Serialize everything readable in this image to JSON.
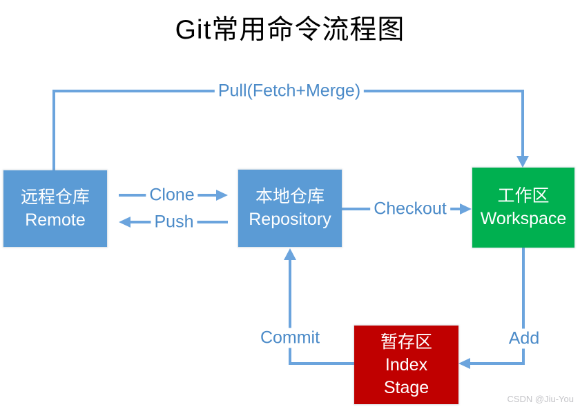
{
  "title": "Git常用命令流程图",
  "watermark": "CSDN @Jiu-You",
  "colors": {
    "box_blue": "#5b9bd5",
    "box_green": "#00b050",
    "box_red": "#c00000",
    "line_blue": "#6ba4dd",
    "label_blue": "#4a8ac8",
    "title_black": "#000000",
    "watermark_gray": "#c4c4c8"
  },
  "nodes": {
    "remote": {
      "line1": "远程仓库",
      "line2": "Remote"
    },
    "repository": {
      "line1": "本地仓库",
      "line2": "Repository"
    },
    "workspace": {
      "line1": "工作区",
      "line2": "Workspace"
    },
    "index": {
      "line1": "暂存区",
      "line2": "Index",
      "line3": "Stage"
    }
  },
  "edges": {
    "pull": {
      "label": "Pull(Fetch+Merge)",
      "from": "remote",
      "to": "workspace"
    },
    "clone": {
      "label": "Clone",
      "from": "remote",
      "to": "repository"
    },
    "push": {
      "label": "Push",
      "from": "repository",
      "to": "remote"
    },
    "checkout": {
      "label": "Checkout",
      "from": "repository",
      "to": "workspace"
    },
    "commit": {
      "label": "Commit",
      "from": "index",
      "to": "repository"
    },
    "add": {
      "label": "Add",
      "from": "workspace",
      "to": "index"
    }
  }
}
